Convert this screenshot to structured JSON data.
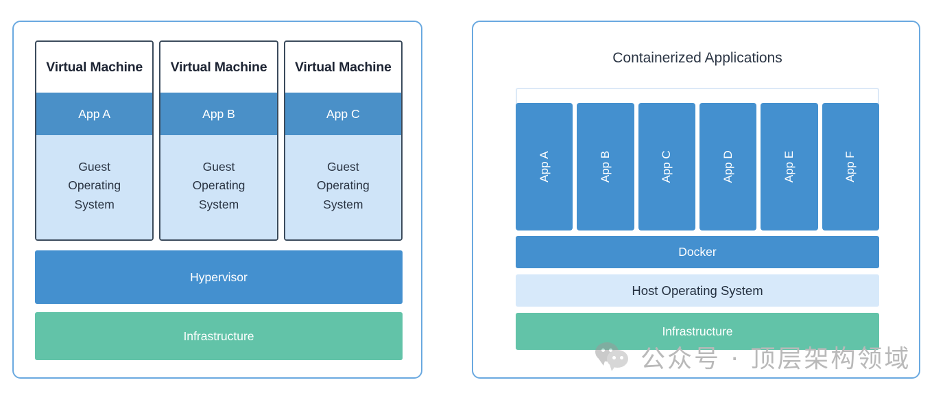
{
  "diagram": {
    "left_panel": {
      "name": "virtual-machine-architecture",
      "vm_columns": [
        {
          "title": "Virtual Machine",
          "app": "App A",
          "guest_os": "Guest\nOperating\nSystem"
        },
        {
          "title": "Virtual Machine",
          "app": "App B",
          "guest_os": "Guest\nOperating\nSystem"
        },
        {
          "title": "Virtual Machine",
          "app": "App C",
          "guest_os": "Guest\nOperating\nSystem"
        }
      ],
      "hypervisor_label": "Hypervisor",
      "infrastructure_label": "Infrastructure"
    },
    "right_panel": {
      "name": "container-architecture",
      "title": "Containerized Applications",
      "app_columns": [
        {
          "label": "App A"
        },
        {
          "label": "App B"
        },
        {
          "label": "App C"
        },
        {
          "label": "App D"
        },
        {
          "label": "App E"
        },
        {
          "label": "App F"
        }
      ],
      "docker_label": "Docker",
      "host_os_label": "Host Operating System",
      "infrastructure_label": "Infrastructure"
    },
    "watermark": {
      "text": "公众号 · 顶层架构领域",
      "logo": "wechat-icon"
    },
    "colors": {
      "panel_border": "#6aa9e0",
      "vm_box_border": "#3b4b5c",
      "app_blue": "#4a90c8",
      "bar_blue": "#4490cf",
      "light_blue": "#cfe4f8",
      "host_os_blue": "#d7e9fa",
      "green": "#62c3a8",
      "bracket": "#dce9f7",
      "text_dark": "#2b3544",
      "text_light": "#ffffff"
    }
  }
}
